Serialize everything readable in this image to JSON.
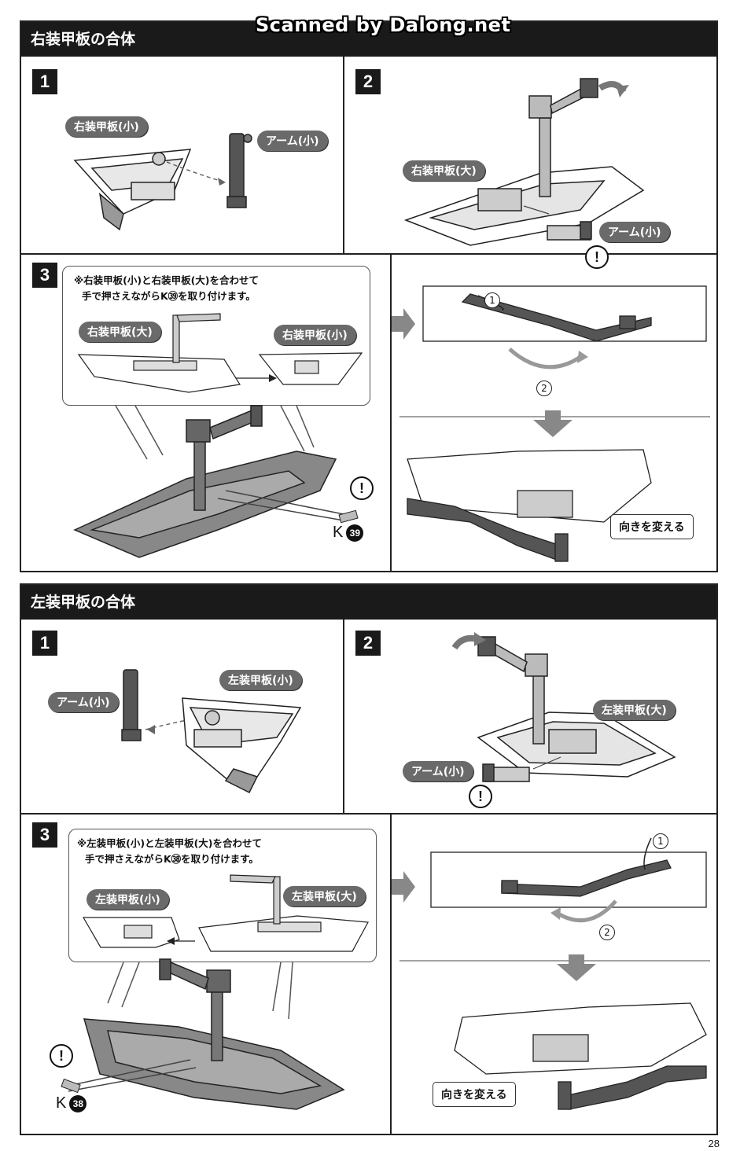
{
  "watermark": "Scanned by Dalong.net",
  "page_number": "28",
  "right_section": {
    "title": "右装甲板の合体",
    "step1": {
      "num": "1",
      "label_plate": "右装甲板(小)",
      "label_arm": "アーム(小)"
    },
    "step2": {
      "num": "2",
      "label_plate": "右装甲板(大)",
      "label_arm": "アーム(小)",
      "warn": "!"
    },
    "step3": {
      "num": "3",
      "note_line1": "※右装甲板(小)と右装甲板(大)を合わせて",
      "note_line2": "手で押さえながらK㊴を取り付けます。",
      "label_large": "右装甲板(大)",
      "label_small": "右装甲板(小)",
      "part_letter": "K",
      "part_number": "39",
      "warn": "!",
      "callout_1": "1",
      "callout_2": "2",
      "flip_label": "向きを変える"
    }
  },
  "left_section": {
    "title": "左装甲板の合体",
    "step1": {
      "num": "1",
      "label_plate": "左装甲板(小)",
      "label_arm": "アーム(小)"
    },
    "step2": {
      "num": "2",
      "label_plate": "左装甲板(大)",
      "label_arm": "アーム(小)",
      "warn": "!"
    },
    "step3": {
      "num": "3",
      "note_line1": "※左装甲板(小)と左装甲板(大)を合わせて",
      "note_line2": "手で押さえながらK㊳を取り付けます。",
      "label_small": "左装甲板(小)",
      "label_large": "左装甲板(大)",
      "part_letter": "K",
      "part_number": "38",
      "warn": "!",
      "callout_1": "1",
      "callout_2": "2",
      "flip_label": "向きを変える"
    }
  }
}
